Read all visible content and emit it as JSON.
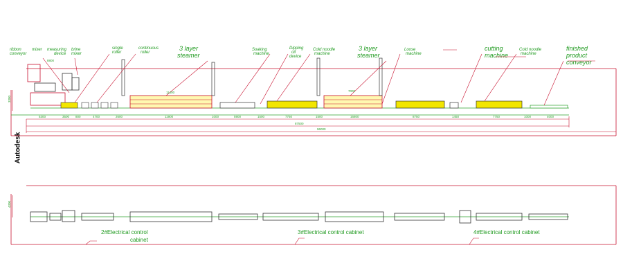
{
  "watermark": "Autodesk",
  "colors": {
    "frame": "#c8102e",
    "green": "#2ca02c",
    "yellow": "#f2e600",
    "blue": "#3a6fd8",
    "dark": "#333333"
  },
  "labels": {
    "ribbon_conveyor": [
      "ribbon",
      "conveyor"
    ],
    "mixer": [
      "mixer"
    ],
    "measuring_device": [
      "measuring",
      "device"
    ],
    "brine_mixer": [
      "brine",
      "mixer"
    ],
    "single_roller": [
      "single",
      "roller"
    ],
    "continuous_roller": [
      "continuous",
      "roller"
    ],
    "steamer_1": [
      "3 layer",
      "steamer"
    ],
    "soaking_machine": [
      "Soaking",
      "machine"
    ],
    "dipping_oil_device": [
      "Dipping",
      "oil",
      "device"
    ],
    "cold_noodle_machine_1": [
      "Cold noodle",
      "machine"
    ],
    "steamer_2": [
      "3 layer",
      "steamer"
    ],
    "loose_machine": [
      "Loose",
      "machine"
    ],
    "cutting_machine": [
      "cutting",
      "machine"
    ],
    "cold_noodle_machine_2": [
      "Cold noodle",
      "machine"
    ],
    "finished_conveyor": [
      "finished",
      "product",
      "conveyor"
    ]
  },
  "dimensions": {
    "height": "3300",
    "top": "8800",
    "steamer1_len": "11400",
    "steamer2_len": "7000",
    "segments": [
      "5300",
      "3500",
      "800",
      "4700",
      "2600",
      "11900",
      "1000",
      "5900",
      "1500",
      "7750",
      "1500",
      "16800",
      "8750",
      "1450",
      "7750",
      "1000",
      "4000"
    ],
    "total_line": "87500",
    "total_overall": "96000",
    "plan_width": "4300"
  },
  "cabinets": [
    {
      "lines": [
        "2#Electrical control",
        "cabinet"
      ]
    },
    {
      "lines": [
        "3#Electrical control cabinet"
      ]
    },
    {
      "lines": [
        "4#Electrical control cabinet"
      ]
    }
  ]
}
